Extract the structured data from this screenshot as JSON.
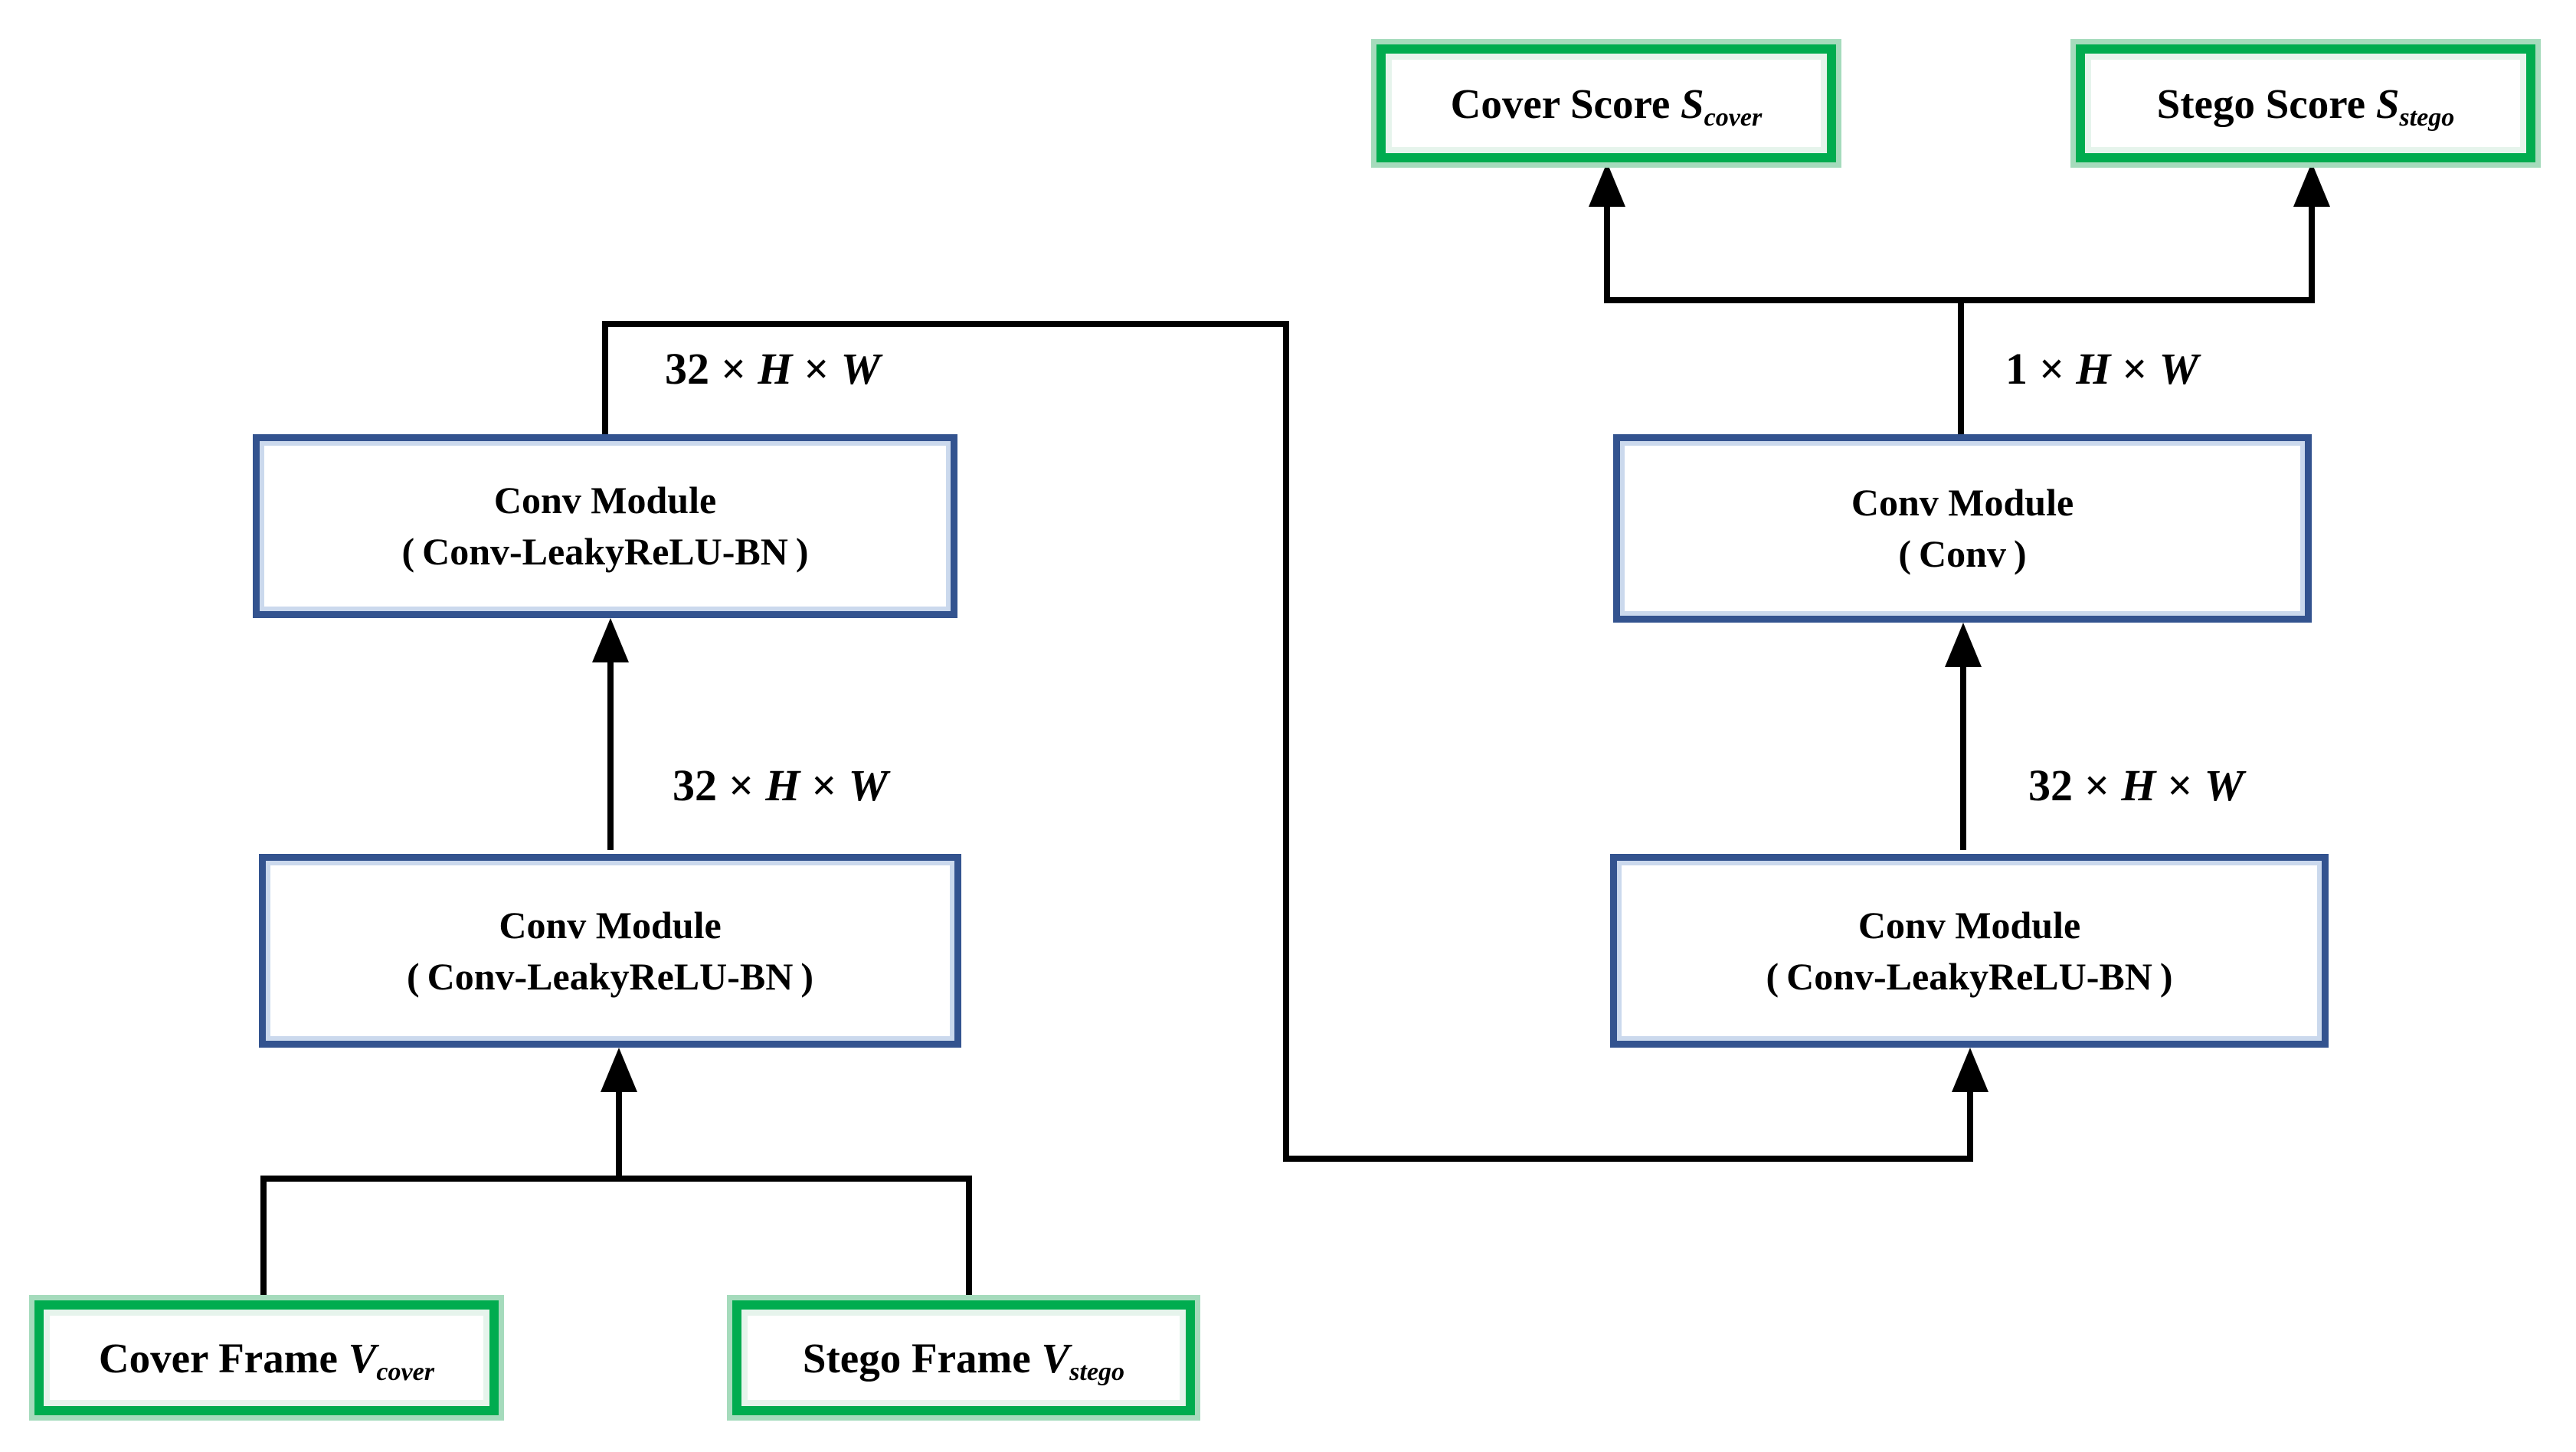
{
  "figure": {
    "description": "Discriminator network diagram with conv modules scoring cover and stego frames"
  },
  "colors": {
    "input_output_border_green": "#00AC4F",
    "conv_module_border_blue": "#33538F",
    "connector_black": "#000000",
    "background": "#ffffff"
  },
  "nodes": {
    "cover_score": {
      "prefix": "Cover Score ",
      "symbol": "S",
      "subscript": "cover"
    },
    "stego_score": {
      "prefix": "Stego Score ",
      "symbol": "S",
      "subscript": "stego"
    },
    "cover_frame": {
      "prefix": "Cover Frame ",
      "symbol": "V",
      "subscript": "cover"
    },
    "stego_frame": {
      "prefix": "Stego Frame ",
      "symbol": "V",
      "subscript": "stego"
    },
    "conv_left_top": {
      "line1": "Conv Module",
      "open": "(",
      "inner": "Conv-LeakyReLU-BN",
      "close": ")"
    },
    "conv_left_mid": {
      "line1": "Conv Module",
      "open": "(",
      "inner": "Conv-LeakyReLU-BN",
      "close": ")"
    },
    "conv_right_top": {
      "line1": "Conv Module",
      "open": "(",
      "inner": "Conv",
      "close": ")"
    },
    "conv_right_mid": {
      "line1": "Conv Module",
      "open": "(",
      "inner": "Conv-LeakyReLU-BN",
      "close": ")"
    }
  },
  "dims": {
    "left_top": [
      "32",
      "×",
      "H",
      "×",
      "W"
    ],
    "left_mid": [
      "32",
      "×",
      "H",
      "×",
      "W"
    ],
    "right_top": [
      "1",
      "×",
      "H",
      "×",
      "W"
    ],
    "right_mid": [
      "32",
      "×",
      "H",
      "×",
      "W"
    ]
  }
}
